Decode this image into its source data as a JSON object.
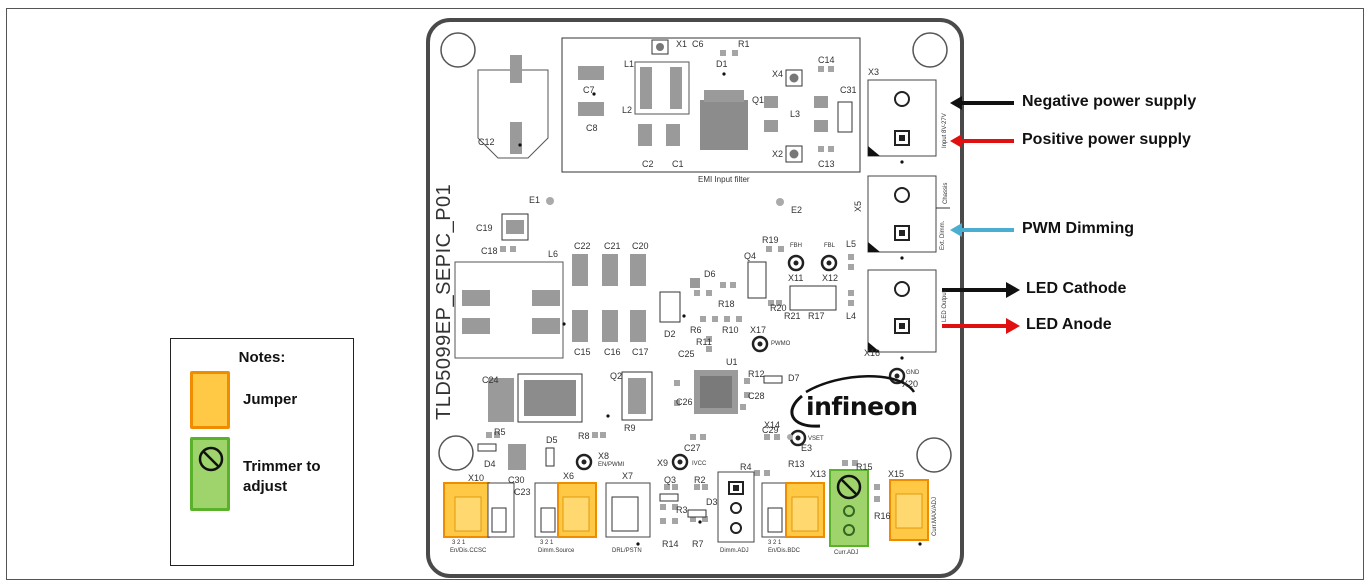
{
  "board": {
    "name": "TLD5099EP_SEPIC_P01",
    "brand": "infineon",
    "emi_label": "EMI Input filter"
  },
  "callouts": {
    "negative": "Negative  power supply",
    "positive": "Positive power supply",
    "pwm": "PWM Dimming",
    "cathode": "LED Cathode",
    "anode": "LED Anode",
    "colors": {
      "black": "#111111",
      "red": "#e01010",
      "blue": "#4aaed0"
    }
  },
  "notes": {
    "title": "Notes:",
    "jumper": "Jumper",
    "trimmer": "Trimmer to adjust",
    "jumper_color": "#ffc845",
    "jumper_border": "#f08c00",
    "trimmer_color": "#9fd36b",
    "trimmer_border": "#5ab22a"
  },
  "connectors": {
    "x3": "X3",
    "x5": "X5",
    "x16": "X16",
    "input_label": "Input 8V-27V",
    "chassis": "Chassis",
    "ext_dimm": "Ext. Dimm.",
    "led_output": "LED Output",
    "x10": "X10",
    "x6": "X6",
    "x7": "X7",
    "x13": "X13",
    "x15": "X15",
    "en_dis_ccsc": "En/Dis.CCSC",
    "dimm_source": "Dimm.Source",
    "drl_pstn": "DRL/PSTN",
    "dimm_adj": "Dimm.ADJ",
    "en_dis_bdc": "En/Dis.BDC",
    "curr_adj": "Curr.ADJ",
    "curr_max": "Curr.MAX/ADJ",
    "pin_nums": "3  2  1"
  },
  "test_points": {
    "x11": "X11",
    "x12": "X12",
    "fbh": "FBH",
    "fbl": "FBL",
    "x17": "X17",
    "pwmo": "PWMO",
    "x20": "X20",
    "gnd": "GND",
    "x14": "X14",
    "vset": "VSET",
    "x9": "X9",
    "ivcc": "IVCC",
    "x8": "X8",
    "en_pwmi": "EN/PWMI"
  },
  "components": {
    "x1": "X1",
    "c6": "C6",
    "r1": "R1",
    "d1": "D1",
    "x4": "X4",
    "c14": "C14",
    "l1": "L1",
    "c7": "C7",
    "l2": "L2",
    "c8": "C8",
    "c2": "C2",
    "c1": "C1",
    "q1": "Q1",
    "l3": "L3",
    "c31": "C31",
    "x2": "X2",
    "c13": "C13",
    "c12": "C12",
    "e1": "E1",
    "e2": "E2",
    "e3": "E3",
    "c19": "C19",
    "c18": "C18",
    "l6": "L6",
    "c22": "C22",
    "c21": "C21",
    "c20": "C20",
    "c15": "C15",
    "c16": "C16",
    "c17": "C17",
    "r19": "R19",
    "q4": "Q4",
    "l5": "L5",
    "d6": "D6",
    "r18": "R18",
    "r20": "R20",
    "r21": "R21",
    "r17": "R17",
    "l4": "L4",
    "d2": "D2",
    "r6": "R6",
    "r10": "R10",
    "r11": "R11",
    "c25": "C25",
    "u1": "U1",
    "r12": "R12",
    "d7": "D7",
    "c24": "C24",
    "q2": "Q2",
    "c26": "C26",
    "c28": "C28",
    "r8": "R8",
    "r9": "R9",
    "c27": "C27",
    "c29": "C29",
    "r5": "R5",
    "d4": "D4",
    "d5": "D5",
    "c30": "C30",
    "c23": "C23",
    "q3": "Q3",
    "r2": "R2",
    "r3": "R3",
    "d3": "D3",
    "r14": "R14",
    "r7": "R7",
    "r4": "R4",
    "r13": "R13",
    "r15": "R15",
    "r16": "R16"
  }
}
